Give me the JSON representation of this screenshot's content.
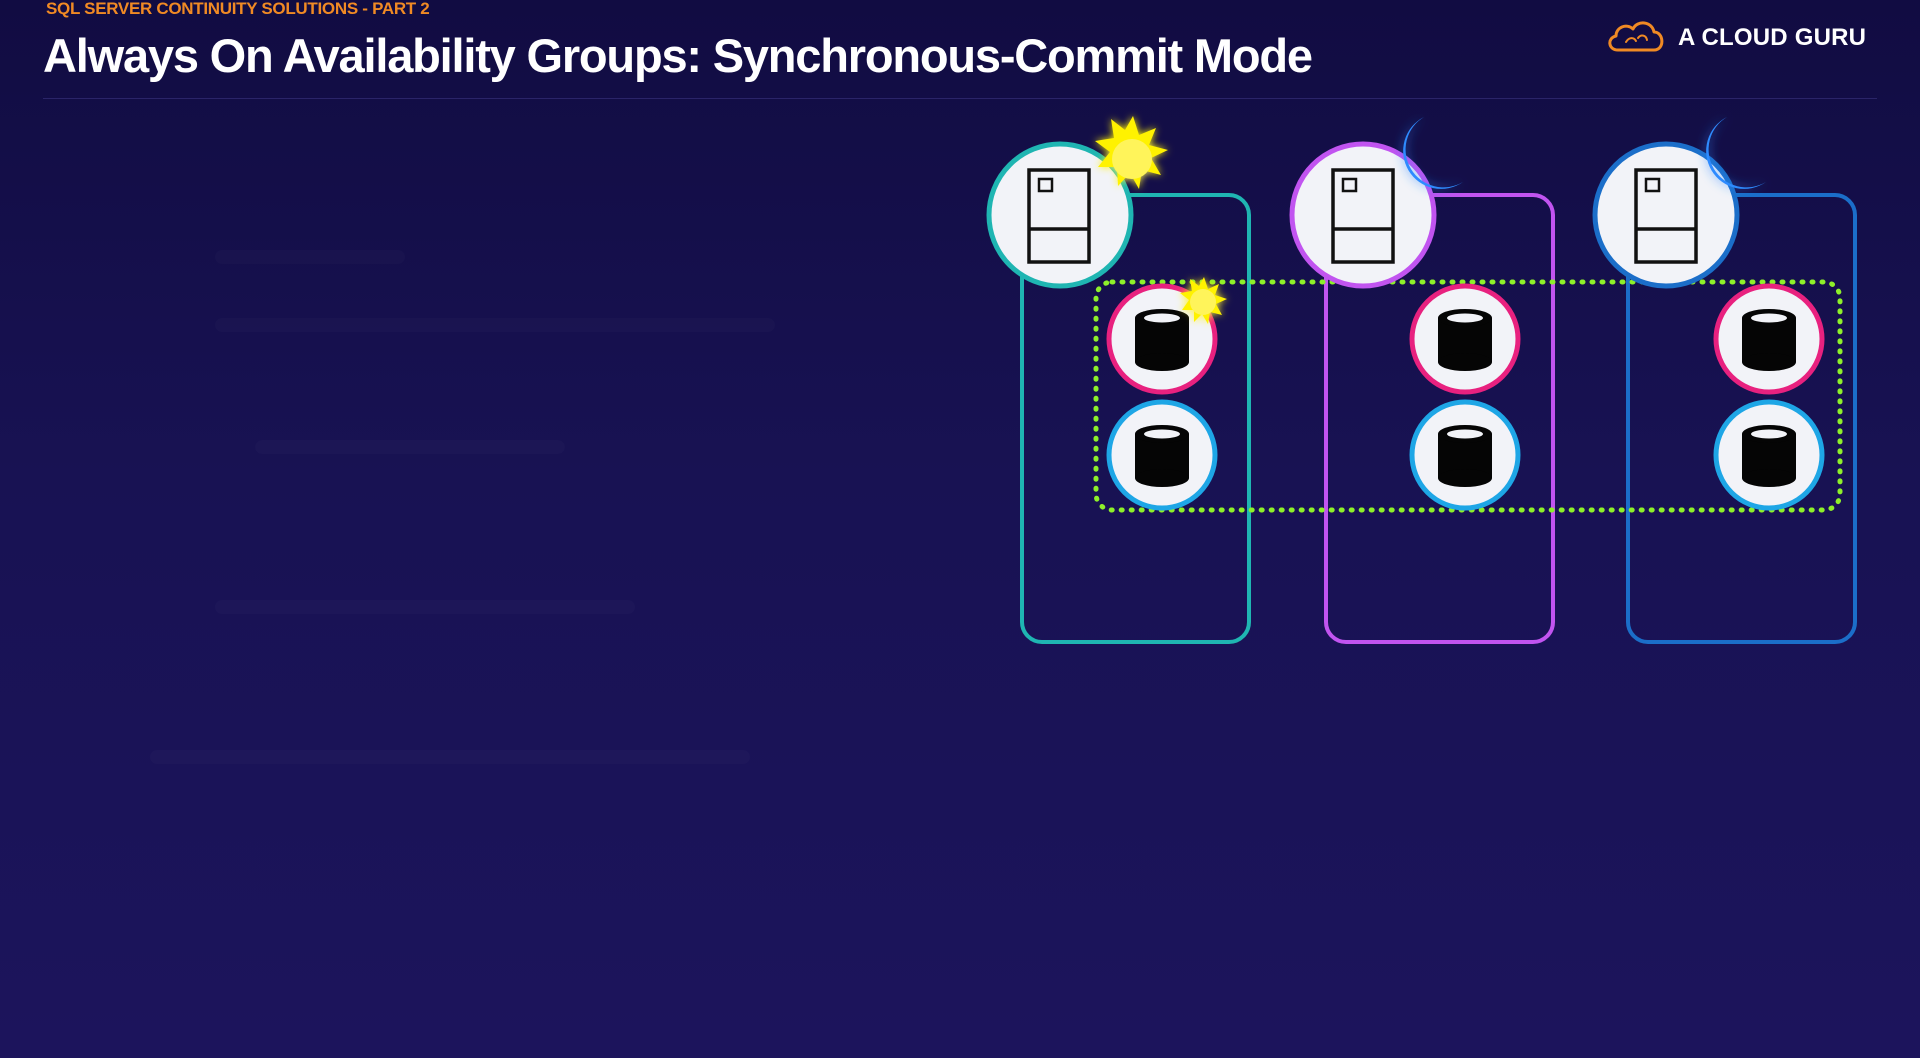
{
  "header": {
    "eyebrow": "SQL SERVER CONTINUITY SOLUTIONS - PART 2",
    "title": "Always On Availability Groups: Synchronous-Commit Mode"
  },
  "brand": {
    "name": "A CLOUD GURU",
    "logo_icon": "cloud-icon"
  },
  "colors": {
    "background_top": "#110c42",
    "background_bottom": "#1c145c",
    "eyebrow": "#f08a24",
    "node_1": "#1fb5b2",
    "node_2": "#c154f0",
    "node_3": "#1b6ec9",
    "database_primary_ring": "#e8217f",
    "database_secondary_ring": "#1ea6e6",
    "availability_group": "#8ef02a",
    "sun": "#fff200",
    "moon": "#2f8bff"
  },
  "diagram": {
    "nodes": [
      {
        "id": "node-1",
        "status_icon": "sun-icon",
        "role": "primary"
      },
      {
        "id": "node-2",
        "status_icon": "moon-icon",
        "role": "secondary"
      },
      {
        "id": "node-3",
        "status_icon": "moon-icon",
        "role": "secondary"
      }
    ],
    "availability_group_border": "dotted",
    "databases_per_node": 2,
    "active_database_icon": "sun-icon"
  }
}
